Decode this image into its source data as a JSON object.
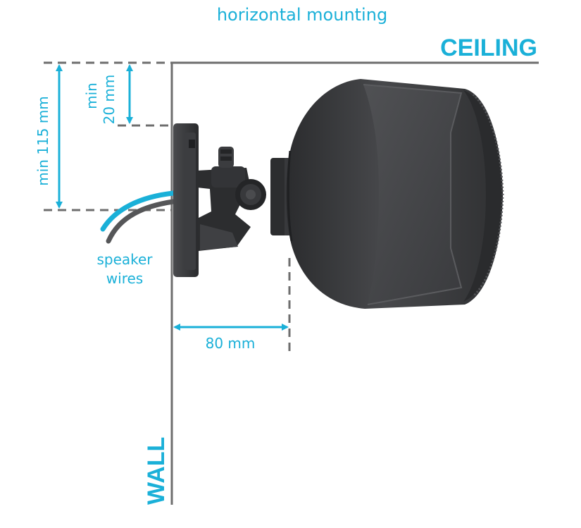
{
  "title": "horizontal mounting",
  "labels": {
    "ceiling": "CEILING",
    "wall": "WALL",
    "min_115": "min 115 mm",
    "min_20_line1": "min",
    "min_20_line2": "20 mm",
    "wires_line1": "speaker",
    "wires_line2": "wires",
    "depth": "80 mm"
  },
  "colors": {
    "accent": "#1ab0d8",
    "line": "#6e6e6e",
    "speaker": "#3a3b3d",
    "bracket": "#2e2f31"
  }
}
